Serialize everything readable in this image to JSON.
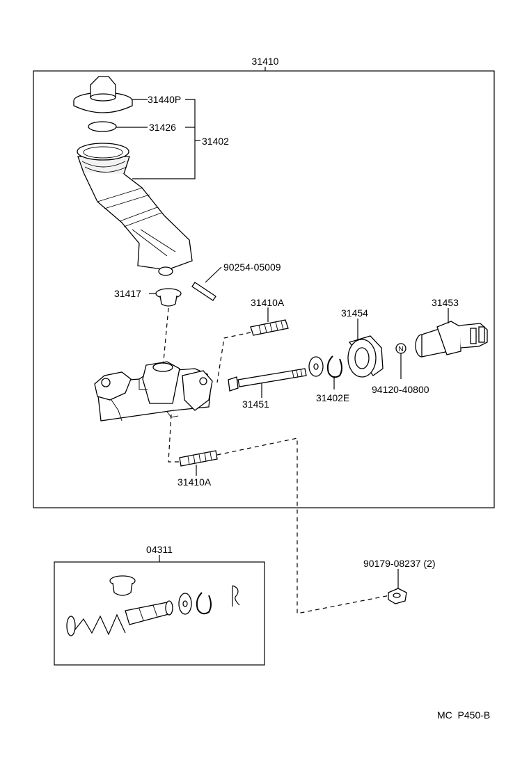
{
  "labels": {
    "assembly": "31410",
    "reservoir_cap": "31440P",
    "cap_gasket": "31426",
    "reservoir_set": "31402",
    "pin": "90254-05009",
    "grommet": "31417",
    "stud_upper": "31410A",
    "boot": "31454",
    "clevis": "31453",
    "push_rod": "31451",
    "snap_ring": "31402E",
    "nut_n": "N",
    "nut": "94120-40800",
    "stud_lower": "31410A",
    "kit": "04311",
    "flange_nut": "90179-08237 (2)",
    "drawing_code": "MC  P450-B"
  }
}
